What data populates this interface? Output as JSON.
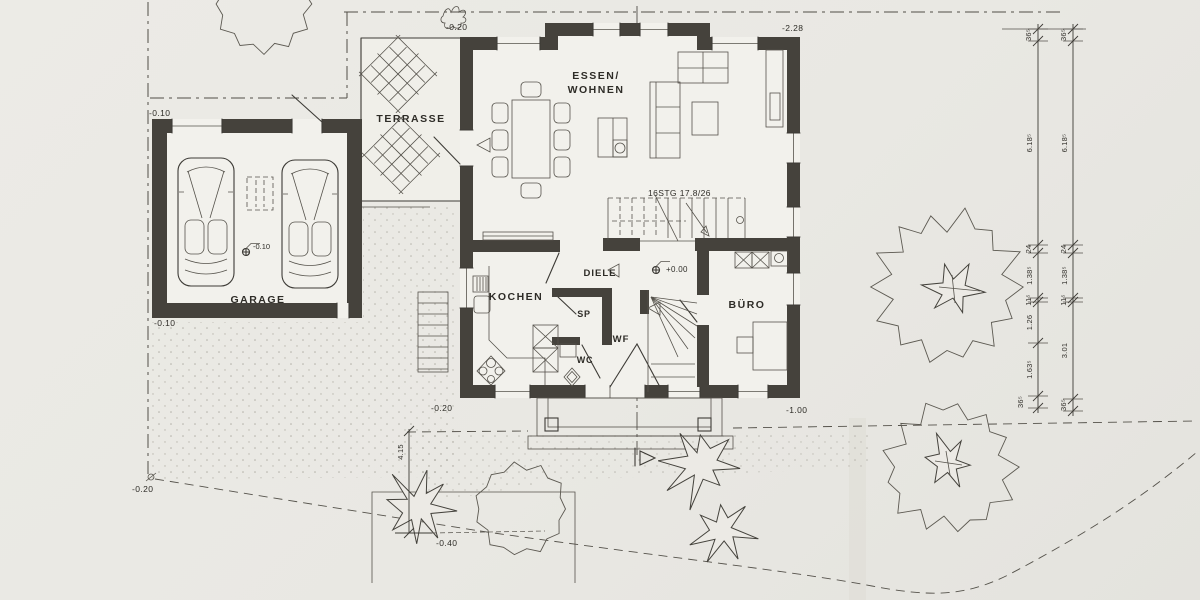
{
  "plan": {
    "rooms": {
      "garage": "GARAGE",
      "terrasse": "TERRASSE",
      "essen_line1": "ESSEN/",
      "essen_line2": "WOHNEN",
      "kochen": "KOCHEN",
      "diele": "DIELE",
      "sp": "SP",
      "wf": "WF",
      "wc": "WC",
      "buero": "BÜRO"
    },
    "stair": {
      "label": "16STG 17.8/26"
    },
    "levels": {
      "terrace_top": "-0.20",
      "ne_corner": "-2.28",
      "garage_top": "-0.10",
      "garage_floor": "-0.10",
      "garage_bottom": "-0.10",
      "entry": "+0.00",
      "porch_left": "-0.20",
      "porch_right": "-1.00",
      "site_sw": "-0.20",
      "garden": "-0.40"
    },
    "dimensions": {
      "setback": "4.15",
      "chain_inner": [
        "36⁵",
        "6.18⁵",
        "24",
        "1.38⁵",
        "11⁵",
        "1.26",
        "1.63⁵",
        "36⁵"
      ],
      "chain_outer": [
        "36⁵",
        "6.18⁵",
        "24",
        "1.38⁵",
        "11⁵",
        "3.01",
        "36⁵"
      ]
    }
  }
}
